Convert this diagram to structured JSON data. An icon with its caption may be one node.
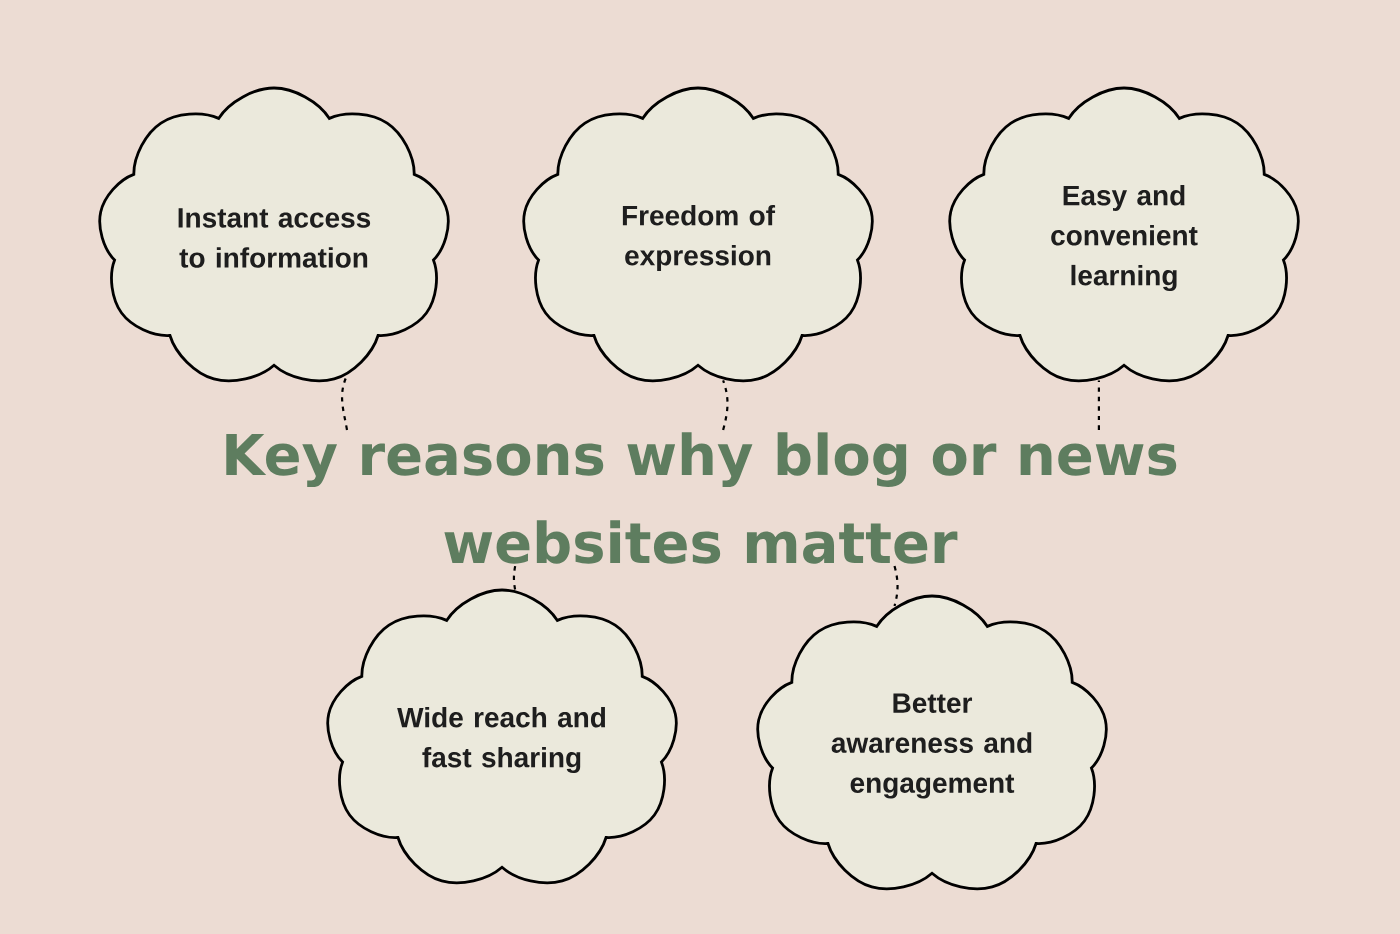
{
  "diagram": {
    "nodes": [
      {
        "text": [
          "Instant access to information"
        ]
      },
      {
        "text": [
          "Freedom of expression"
        ]
      },
      {
        "text": [
          "Easy and convenient learning"
        ]
      },
      {
        "text": [
          "Key reasons why blog or news websites matter"
        ]
      },
      {
        "text": [
          "Wide reach and fast sharing"
        ]
      },
      {
        "text": [
          "Better awareness and engagement"
        ]
      }
    ],
    "edges": [
      {
        "from": 3,
        "to": 0,
        "arrow": "none",
        "style": "dashed"
      },
      {
        "from": 3,
        "to": 1,
        "arrow": "none",
        "style": "dashed"
      },
      {
        "from": 3,
        "to": 2,
        "arrow": "none",
        "style": "dashed"
      },
      {
        "from": 3,
        "to": 4,
        "arrow": "none",
        "style": "dashed"
      },
      {
        "from": 3,
        "to": 5,
        "arrow": "none",
        "style": "dashed"
      }
    ]
  }
}
